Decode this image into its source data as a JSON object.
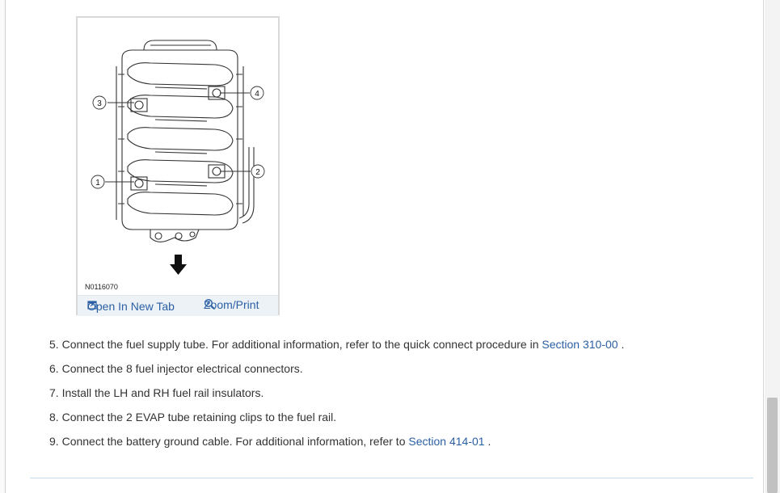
{
  "figure": {
    "id": "N0116070",
    "callouts": [
      "1",
      "2",
      "3",
      "4"
    ],
    "open_tab_label": "Open In New Tab",
    "zoom_label": "Zoom/Print"
  },
  "steps": [
    {
      "num": "5.",
      "text": "Connect the fuel supply tube. For additional information, refer to the quick connect procedure in ",
      "link": "Section  310-00",
      "after": " ."
    },
    {
      "num": "6.",
      "text": "Connect the 8 fuel injector electrical connectors.",
      "link": "",
      "after": ""
    },
    {
      "num": "7.",
      "text": "Install the LH and RH fuel rail insulators.",
      "link": "",
      "after": ""
    },
    {
      "num": "8.",
      "text": "Connect the 2 EVAP tube retaining clips to the fuel rail.",
      "link": "",
      "after": ""
    },
    {
      "num": "9.",
      "text": "Connect the battery ground cable. For additional information, refer to ",
      "link": "Section  414-01",
      "after": " ."
    }
  ],
  "colors": {
    "link": "#2a5fa4",
    "figure_bar": "#edf2f7"
  },
  "icons": {
    "open_tab": "open-new-tab-icon",
    "zoom": "magnifier-icon",
    "arrow": "arrow-down-icon"
  }
}
